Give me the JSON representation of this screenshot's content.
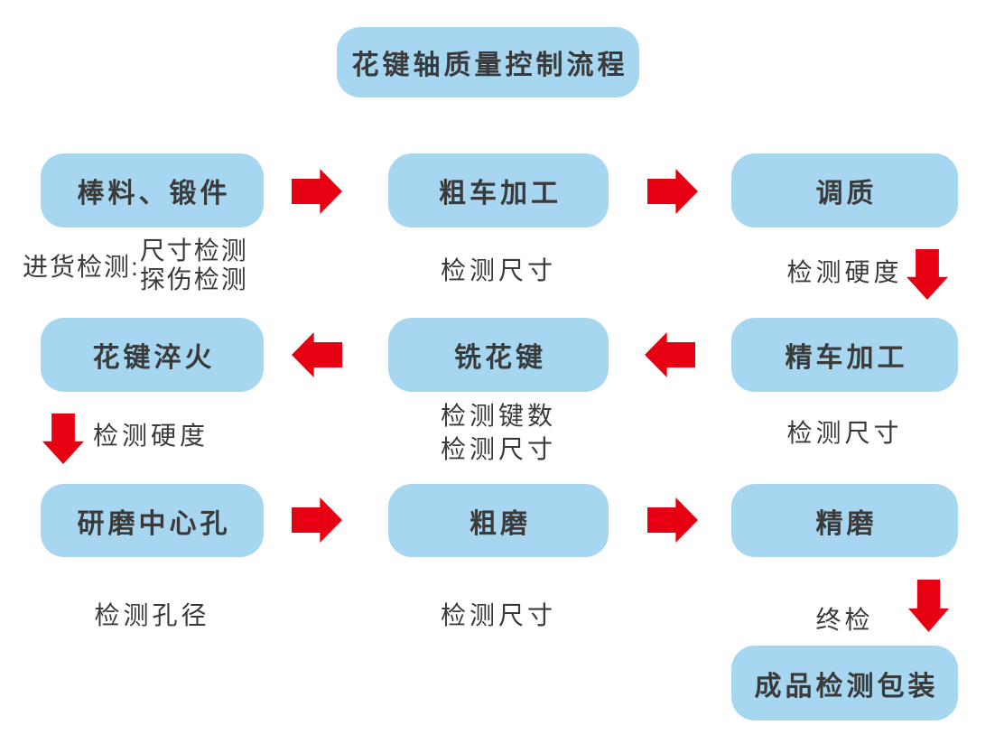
{
  "title": "花键轴质量控制流程",
  "colors": {
    "node_fill": "#a6d6f0",
    "arrow_red": "#e60012",
    "text": "#3a3a3a",
    "background": "#ffffff"
  },
  "nodes": {
    "bar_stock": {
      "label": "棒料、锻件"
    },
    "rough_turning": {
      "label": "粗车加工"
    },
    "quench_temper": {
      "label": "调质"
    },
    "fine_turning": {
      "label": "精车加工"
    },
    "spline_milling": {
      "label": "铣花键"
    },
    "spline_quenching": {
      "label": "花键淬火"
    },
    "center_hole_grinding": {
      "label": "研磨中心孔"
    },
    "rough_grinding": {
      "label": "粗磨"
    },
    "fine_grinding": {
      "label": "精磨"
    },
    "finished_product": {
      "label": "成品检测包装"
    }
  },
  "captions": {
    "incoming_inspection": {
      "prefix": "进货检测:",
      "lines": [
        "尺寸检测",
        "探伤检测"
      ]
    },
    "rough_turning": "检测尺寸",
    "quench_temper": "检测硬度",
    "fine_turning": "检测尺寸",
    "spline_milling": {
      "lines": [
        "检测键数",
        "检测尺寸"
      ]
    },
    "spline_quenching": "检测硬度",
    "center_hole_grinding": "检测孔径",
    "rough_grinding": "检测尺寸",
    "fine_grinding": "终检"
  },
  "edges": [
    {
      "from": "bar_stock",
      "to": "rough_turning",
      "direction": "right"
    },
    {
      "from": "rough_turning",
      "to": "quench_temper",
      "direction": "right"
    },
    {
      "from": "quench_temper",
      "to": "fine_turning",
      "direction": "down"
    },
    {
      "from": "fine_turning",
      "to": "spline_milling",
      "direction": "left"
    },
    {
      "from": "spline_milling",
      "to": "spline_quenching",
      "direction": "left"
    },
    {
      "from": "spline_quenching",
      "to": "center_hole_grinding",
      "direction": "down"
    },
    {
      "from": "center_hole_grinding",
      "to": "rough_grinding",
      "direction": "right"
    },
    {
      "from": "rough_grinding",
      "to": "fine_grinding",
      "direction": "right"
    },
    {
      "from": "fine_grinding",
      "to": "finished_product",
      "direction": "down"
    }
  ]
}
